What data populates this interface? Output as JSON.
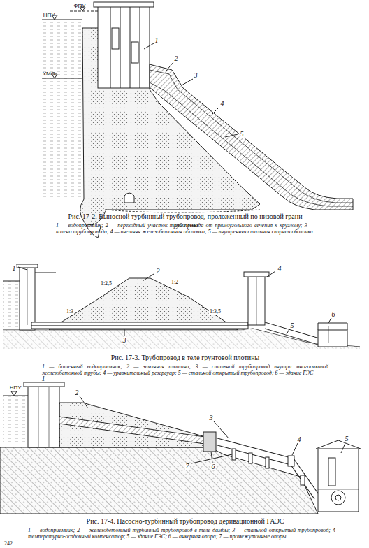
{
  "diagram": {
    "labels": [
      "НПУ",
      "ФПУ",
      "УМО",
      "1",
      "2",
      "3",
      "4",
      "5",
      "Рис. 17-2. Выносной турбинный трубопровод, проложенный по низовой грани плотины",
      "1 — водоприемник; 2 — переходный участок трубопровода от прямоугольного сечения к круглому; 3 — колено трубопровода; 4 — внешняя железобетонная оболочка; 5 — внутренняя стальная сварная оболочка",
      "1",
      "2",
      "3",
      "4",
      "5",
      "6",
      "1:3",
      "1:2,5",
      "1:2",
      "1:3,5",
      "Рис. 17-3. Трубопровод в теле грунтовой плотины",
      "1 — башенный водоприемник; 2 — земляная плотина; 3 — стальной трубопровод внутри многоочковой железобетонной трубы; 4 — уравнительный резервуар; 5 — стальной открытый трубопровод; 6 — здание ГЭС",
      "НПУ",
      "1",
      "2",
      "3",
      "4",
      "5",
      "6",
      "7",
      "Рис. 17-4. Насосно-турбинный трубопровод деривационной ГАЭС",
      "1 — водоприемник; 2 — железобетонный турбинный трубопровод в теле дамбы; 3 — стальной открытый трубопровод; 4 — температурно-осадочный компенсатор; 5 — здание ГЭС; 6 — анкерная опора; 7 — промежуточные опоры",
      "242"
    ]
  }
}
